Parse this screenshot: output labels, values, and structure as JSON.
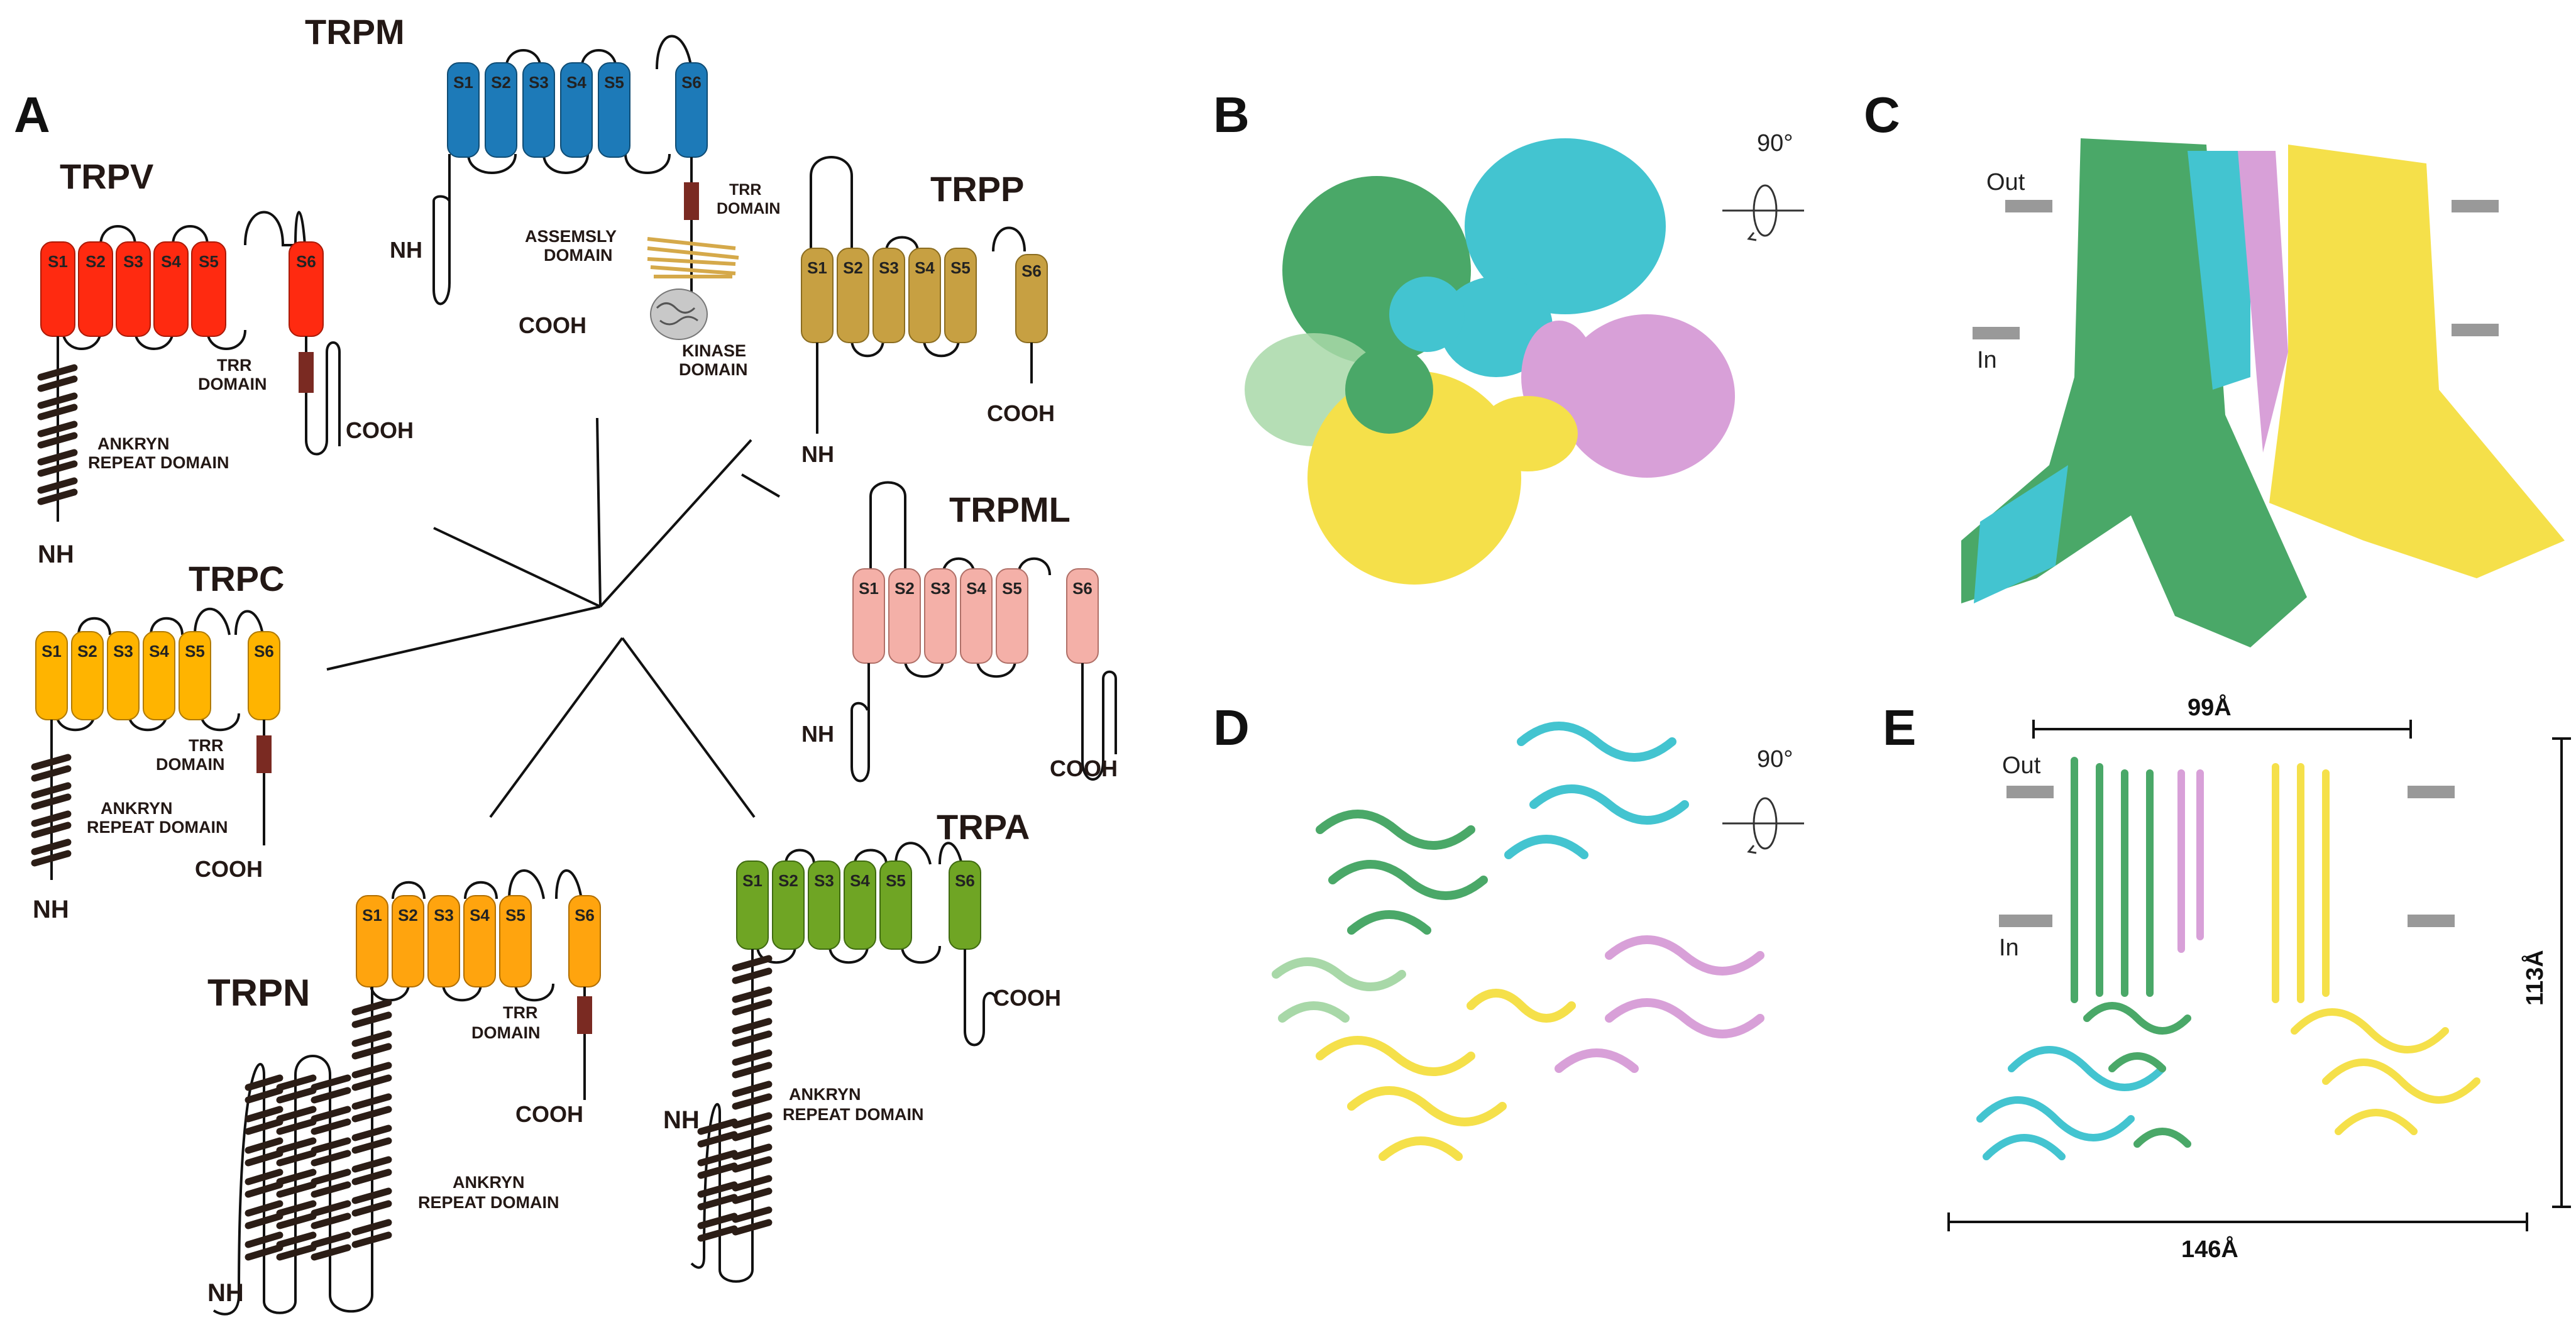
{
  "panel_labels": {
    "a": "A",
    "b": "B",
    "c": "C",
    "d": "D",
    "e": "E"
  },
  "families": {
    "trpv": {
      "name": "TRPV",
      "color": "#ff2a10",
      "segments": [
        "S1",
        "S2",
        "S3",
        "S4",
        "S5",
        "S6"
      ],
      "trr_line1": "TRR",
      "trr_line2": "DOMAIN",
      "ank_line1": "ANKRYN",
      "ank_line2": "REPEAT DOMAIN",
      "nh": "NH",
      "cooh": "COOH"
    },
    "trpm": {
      "name": "TRPM",
      "color": "#1d7ab8",
      "segments": [
        "S1",
        "S2",
        "S3",
        "S4",
        "S5",
        "S6"
      ],
      "trr_line1": "TRR",
      "trr_line2": "DOMAIN",
      "asm_line1": "ASSEMSLY",
      "asm_line2": "DOMAIN",
      "kin_line1": "KINASE",
      "kin_line2": "DOMAIN",
      "nh": "NH",
      "cooh": "COOH"
    },
    "trpp": {
      "name": "TRPP",
      "color": "#c7a042",
      "segments": [
        "S1",
        "S2",
        "S3",
        "S4",
        "S5",
        "S6"
      ],
      "nh": "NH",
      "cooh": "COOH"
    },
    "trpc": {
      "name": "TRPC",
      "color": "#ffb400",
      "segments": [
        "S1",
        "S2",
        "S3",
        "S4",
        "S5",
        "S6"
      ],
      "trr_line1": "TRR",
      "trr_line2": "DOMAIN",
      "ank_line1": "ANKRYN",
      "ank_line2": "REPEAT DOMAIN",
      "nh": "NH",
      "cooh": "COOH"
    },
    "trpml": {
      "name": "TRPML",
      "color": "#f4b0a8",
      "segments": [
        "S1",
        "S2",
        "S3",
        "S4",
        "S5",
        "S6"
      ],
      "nh": "NH",
      "cooh": "COOH"
    },
    "trpn": {
      "name": "TRPN",
      "color": "#ffa40e",
      "segments": [
        "S1",
        "S2",
        "S3",
        "S4",
        "S5",
        "S6"
      ],
      "trr_line1": "TRR",
      "trr_line2": "DOMAIN",
      "ank_line1": "ANKRYN",
      "ank_line2": "REPEAT DOMAIN",
      "nh": "NH",
      "cooh": "COOH"
    },
    "trpa": {
      "name": "TRPA",
      "color": "#6fa524",
      "segments": [
        "S1",
        "S2",
        "S3",
        "S4",
        "S5",
        "S6"
      ],
      "ank_line1": "ANKRYN",
      "ank_line2": "REPEAT DOMAIN",
      "nh": "NH",
      "cooh": "COOH"
    }
  },
  "rotation_label_b": "90°",
  "rotation_label_d": "90°",
  "panel_c": {
    "out": "Out",
    "in": "In"
  },
  "panel_e": {
    "out": "Out",
    "in": "In",
    "top_width": "99Å",
    "bottom_width": "146Å",
    "height": "113Å"
  },
  "subunit_colors": {
    "green": "#4aa868",
    "cyan": "#43c4d0",
    "pink": "#d8a0d8",
    "yellow": "#f5e04a",
    "lightgreen": "#a8d8a8"
  }
}
